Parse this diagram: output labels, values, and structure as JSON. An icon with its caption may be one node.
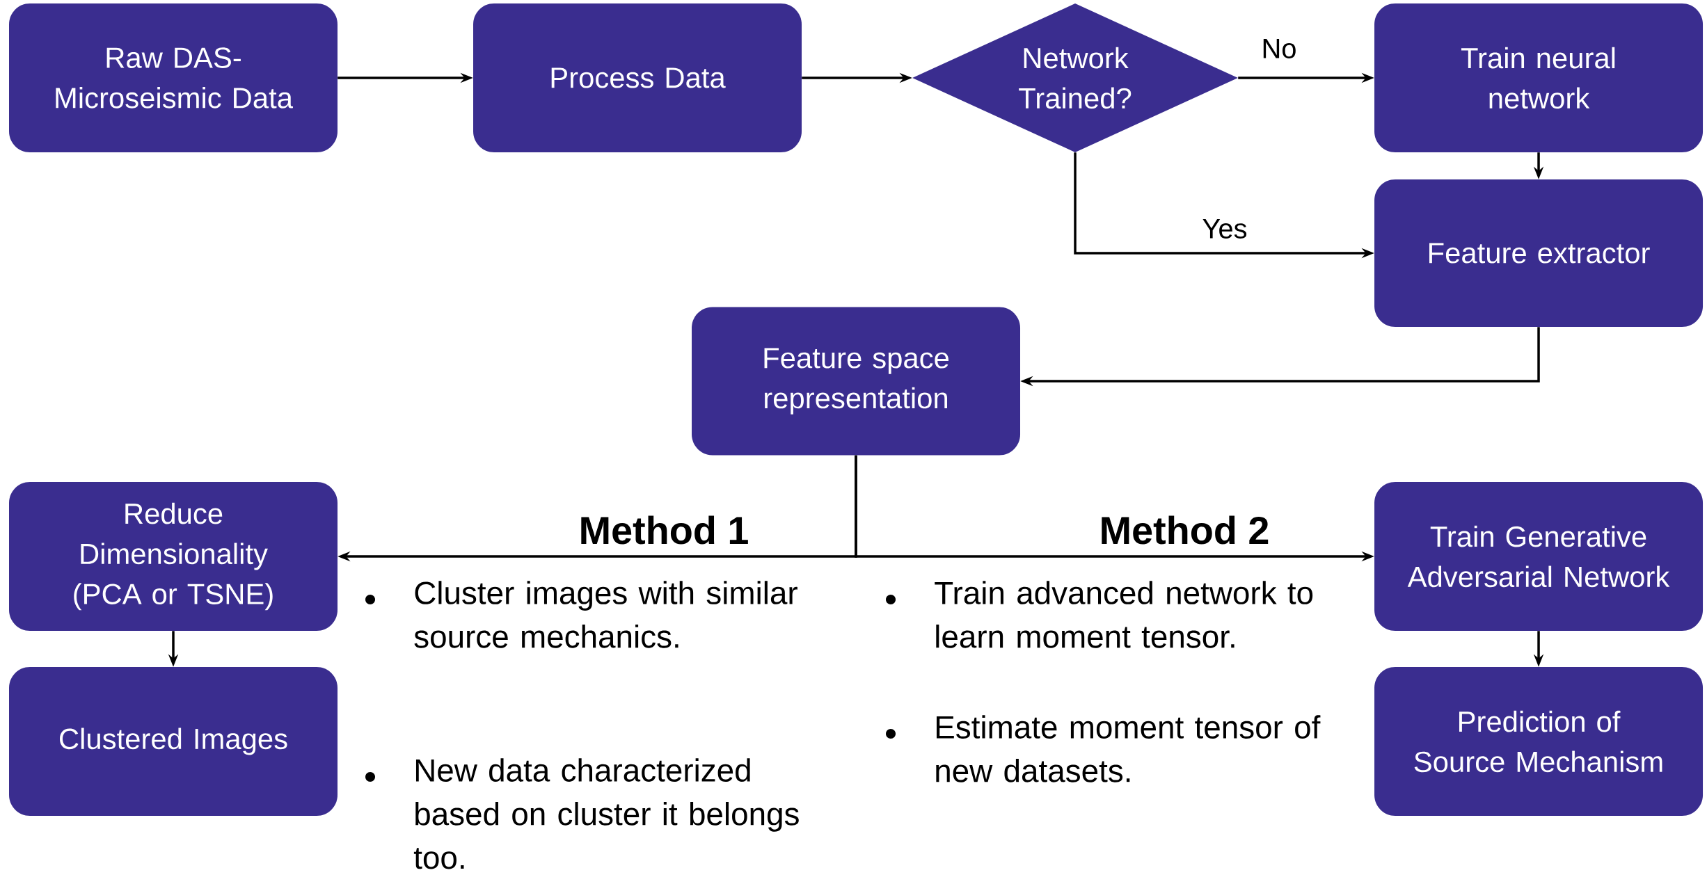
{
  "diagram": {
    "nodes": [
      {
        "text": [
          "Raw DAS-Microseismic Data"
        ]
      },
      {
        "text": [
          "Process Data"
        ]
      },
      {
        "text": [
          "Network Trained?"
        ]
      },
      {
        "text": [
          "Train neural network"
        ]
      },
      {
        "text": [
          "Feature extractor"
        ]
      },
      {
        "text": [
          "Feature space representation"
        ]
      },
      {
        "text": [
          "Reduce Dimensionality (PCA or TSNE)"
        ]
      },
      {
        "text": [
          "Clustered Images"
        ]
      },
      {
        "text": [
          "Train Generative Adversarial Network"
        ]
      },
      {
        "text": [
          "Prediction of Source Mechanism"
        ]
      }
    ],
    "edges": [
      {
        "from": 0,
        "to": 1,
        "arrow": "to"
      },
      {
        "from": 1,
        "to": 2,
        "arrow": "to"
      },
      {
        "from": 2,
        "to": 3,
        "arrow": "to",
        "label": "No"
      },
      {
        "from": 3,
        "to": 4,
        "arrow": "to"
      },
      {
        "from": 2,
        "to": 4,
        "arrow": "to",
        "label": "Yes"
      },
      {
        "from": 4,
        "to": 5,
        "arrow": "to"
      },
      {
        "from": 5,
        "to": 6,
        "arrow": "to",
        "label": "Method 1"
      },
      {
        "from": 5,
        "to": 8,
        "arrow": "to",
        "label": "Method 2"
      },
      {
        "from": 6,
        "to": 7,
        "arrow": "to"
      },
      {
        "from": 8,
        "to": 9,
        "arrow": "to"
      }
    ],
    "labels": [
      "Cluster images with similar source mechanics.",
      "New data characterized based on cluster it belongs too.",
      "Train advanced network to learn moment tensor.",
      "Estimate moment tensor of new datasets."
    ]
  }
}
